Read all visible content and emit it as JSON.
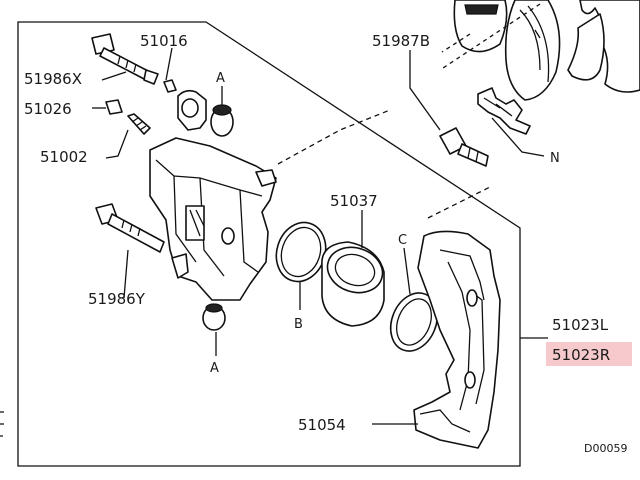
{
  "labels": {
    "p51016": "51016",
    "p51986x": "51986X",
    "p51026": "51026",
    "p51002": "51002",
    "p51986y": "51986Y",
    "p51037": "51037",
    "p51987b": "51987B",
    "p51023l": "51023L",
    "p51023r": "51023R",
    "p51054": "51054",
    "n": "N",
    "a_top": "A",
    "a_bottom": "A",
    "b": "B",
    "c": "C",
    "diagram_code": "D00059"
  },
  "highlight_color": "#f6c9cc",
  "selected_part": "51023R"
}
